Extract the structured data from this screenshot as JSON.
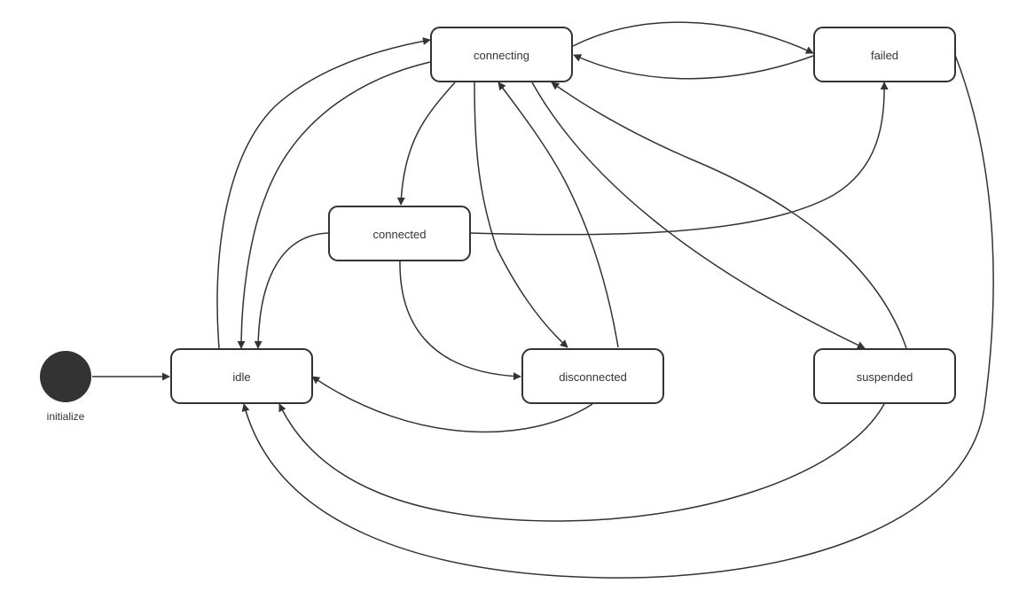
{
  "colors": {
    "stroke": "#333333",
    "node_fill": "#ffffff",
    "start_fill": "#333333",
    "background": "#ffffff"
  },
  "start": {
    "label": "initialize"
  },
  "states": {
    "connecting": "connecting",
    "failed": "failed",
    "connected": "connected",
    "idle": "idle",
    "disconnected": "disconnected",
    "suspended": "suspended"
  },
  "transitions": [
    {
      "from": "initialize",
      "to": "idle"
    },
    {
      "from": "idle",
      "to": "connecting"
    },
    {
      "from": "connecting",
      "to": "idle"
    },
    {
      "from": "connecting",
      "to": "connected"
    },
    {
      "from": "connecting",
      "to": "disconnected"
    },
    {
      "from": "disconnected",
      "to": "connecting"
    },
    {
      "from": "connecting",
      "to": "failed"
    },
    {
      "from": "failed",
      "to": "connecting"
    },
    {
      "from": "connecting",
      "to": "suspended"
    },
    {
      "from": "suspended",
      "to": "connecting"
    },
    {
      "from": "connected",
      "to": "idle"
    },
    {
      "from": "connected",
      "to": "failed"
    },
    {
      "from": "connected",
      "to": "disconnected"
    },
    {
      "from": "disconnected",
      "to": "idle"
    },
    {
      "from": "suspended",
      "to": "idle"
    },
    {
      "from": "failed",
      "to": "idle"
    }
  ]
}
